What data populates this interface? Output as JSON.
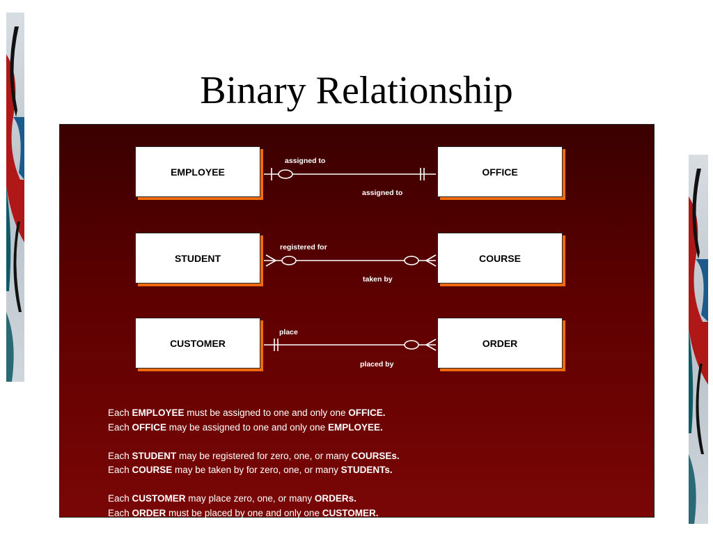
{
  "title": "Binary Relationship",
  "entities": {
    "employee": "EMPLOYEE",
    "office": "OFFICE",
    "student": "STUDENT",
    "course": "COURSE",
    "customer": "CUSTOMER",
    "order": "ORDER"
  },
  "relationships": {
    "r1_top": "assigned to",
    "r1_bottom": "assigned to",
    "r2_top": "registered for",
    "r2_bottom": "taken by",
    "r3_top": "place",
    "r3_bottom": "placed by"
  },
  "sentences": [
    {
      "a": "Each ",
      "b": "EMPLOYEE",
      "c": " must be assigned to one and only one ",
      "d": "OFFICE."
    },
    {
      "a": "Each ",
      "b": "OFFICE",
      "c": " may be assigned to one and only one ",
      "d": "EMPLOYEE."
    },
    {
      "a": "Each ",
      "b": "STUDENT",
      "c": " may be registered for zero, one, or many ",
      "d": "COURSEs."
    },
    {
      "a": "Each ",
      "b": "COURSE",
      "c": " may be taken by for zero, one, or many ",
      "d": "STUDENTs."
    },
    {
      "a": "Each ",
      "b": "CUSTOMER",
      "c": " may place zero, one, or many ",
      "d": "ORDERs."
    },
    {
      "a": "Each ",
      "b": "ORDER",
      "c": " must be placed by one and only one ",
      "d": "CUSTOMER."
    }
  ],
  "colors": {
    "panel_top": "#3a0000",
    "panel_bottom": "#7a0606",
    "entity_shadow": "#f06a10",
    "line": "#ffffff"
  }
}
